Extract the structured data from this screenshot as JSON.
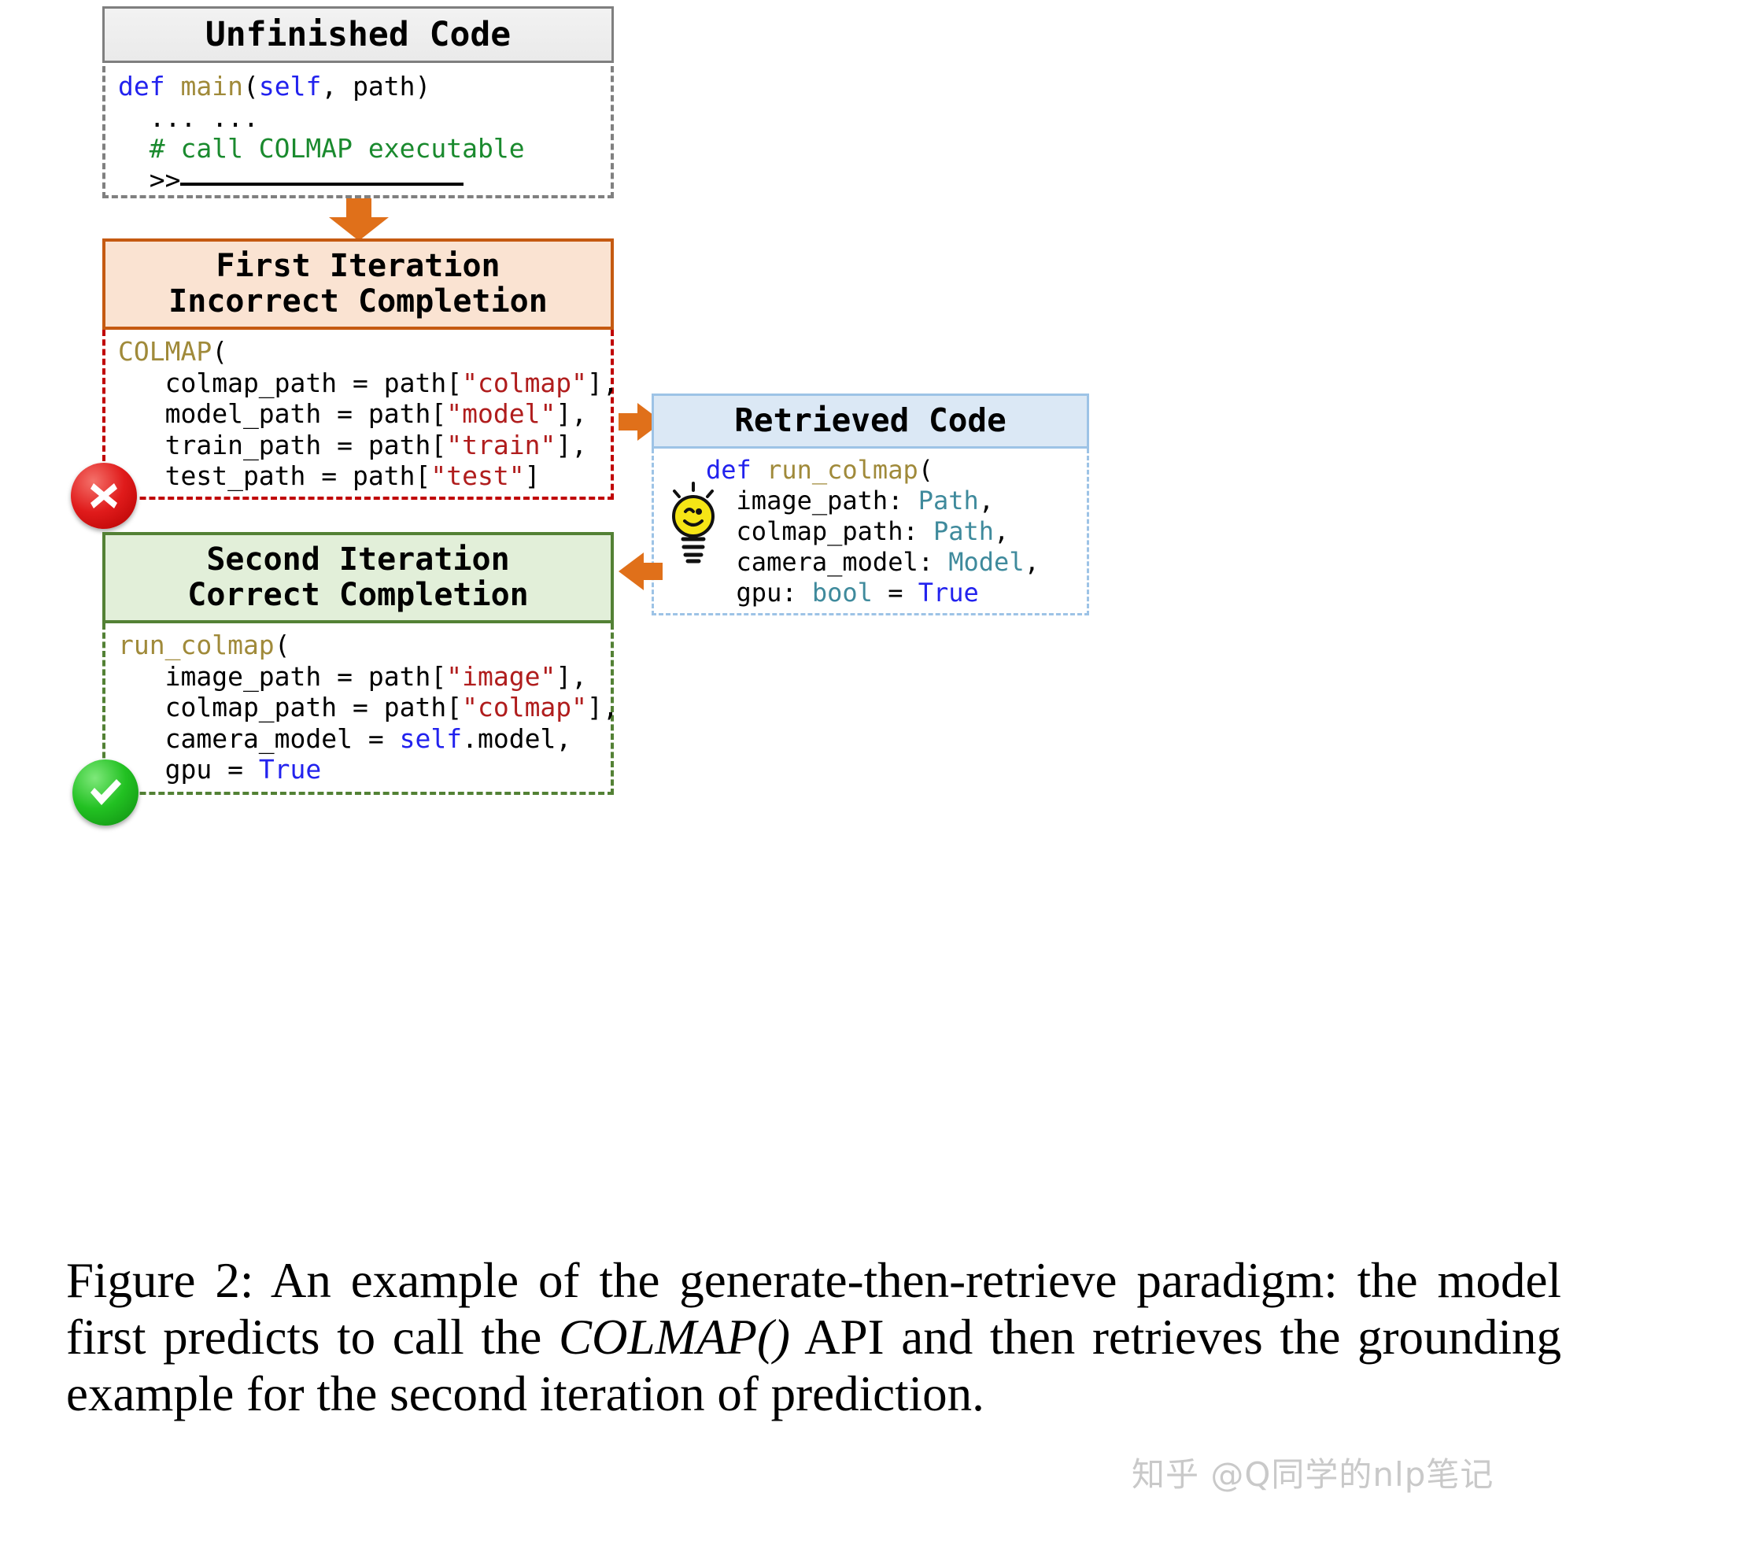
{
  "figure": {
    "caption_prefix": "Figure 2:",
    "caption_part1": "An example of the generate-then-retrieve paradigm: the model first predicts to call the",
    "caption_api": "COLMAP()",
    "caption_part2": "API and then retrieves the grounding example for the second iteration of prediction.",
    "watermark": "知乎 @Q同学的nlp笔记"
  },
  "panels": {
    "unfinished": {
      "title": "Unfinished Code",
      "lines": [
        [
          {
            "t": "def ",
            "c": "kw"
          },
          {
            "t": "main",
            "c": "fn"
          },
          {
            "t": "(",
            "c": "plain"
          },
          {
            "t": "self",
            "c": "kw"
          },
          {
            "t": ", path)",
            "c": "plain"
          }
        ],
        [
          {
            "t": "  ... ...",
            "c": "plain"
          }
        ],
        [
          {
            "t": "  # call COLMAP executable",
            "c": "comment"
          }
        ],
        [
          {
            "t": "  >>",
            "c": "plain"
          },
          {
            "t": "",
            "c": "blank"
          }
        ]
      ]
    },
    "first_iteration": {
      "title_line1": "First Iteration",
      "title_line2": "Incorrect Completion",
      "status": "incorrect",
      "status_icon": "x-circle-icon",
      "lines": [
        [
          {
            "t": "COLMAP",
            "c": "fn"
          },
          {
            "t": "(",
            "c": "plain"
          }
        ],
        [
          {
            "t": "   colmap_path = path[",
            "c": "plain"
          },
          {
            "t": "\"colmap\"",
            "c": "str"
          },
          {
            "t": "],",
            "c": "plain"
          }
        ],
        [
          {
            "t": "   model_path = path[",
            "c": "plain"
          },
          {
            "t": "\"model\"",
            "c": "str"
          },
          {
            "t": "],",
            "c": "plain"
          }
        ],
        [
          {
            "t": "   train_path = path[",
            "c": "plain"
          },
          {
            "t": "\"train\"",
            "c": "str"
          },
          {
            "t": "],",
            "c": "plain"
          }
        ],
        [
          {
            "t": "   test_path = path[",
            "c": "plain"
          },
          {
            "t": "\"test\"",
            "c": "str"
          },
          {
            "t": "]",
            "c": "plain"
          }
        ]
      ]
    },
    "second_iteration": {
      "title_line1": "Second Iteration",
      "title_line2": "Correct Completion",
      "status": "correct",
      "status_icon": "check-circle-icon",
      "lines": [
        [
          {
            "t": "run_colmap",
            "c": "fn"
          },
          {
            "t": "(",
            "c": "plain"
          }
        ],
        [
          {
            "t": "   image_path = path[",
            "c": "plain"
          },
          {
            "t": "\"image\"",
            "c": "str"
          },
          {
            "t": "],",
            "c": "plain"
          }
        ],
        [
          {
            "t": "   colmap_path = path[",
            "c": "plain"
          },
          {
            "t": "\"colmap\"",
            "c": "str"
          },
          {
            "t": "],",
            "c": "plain"
          }
        ],
        [
          {
            "t": "   camera_model = ",
            "c": "plain"
          },
          {
            "t": "self",
            "c": "kw"
          },
          {
            "t": ".model,",
            "c": "plain"
          }
        ],
        [
          {
            "t": "   gpu = ",
            "c": "plain"
          },
          {
            "t": "True",
            "c": "kw"
          }
        ]
      ]
    },
    "retrieved": {
      "title": "Retrieved Code",
      "hint_icon": "lightbulb-icon",
      "lines": [
        [
          {
            "t": "def ",
            "c": "kw"
          },
          {
            "t": "run_colmap",
            "c": "fn"
          },
          {
            "t": "(",
            "c": "plain"
          }
        ],
        [
          {
            "t": "  image_path: ",
            "c": "plain"
          },
          {
            "t": "Path",
            "c": "type"
          },
          {
            "t": ",",
            "c": "plain"
          }
        ],
        [
          {
            "t": "  colmap_path: ",
            "c": "plain"
          },
          {
            "t": "Path",
            "c": "type"
          },
          {
            "t": ",",
            "c": "plain"
          }
        ],
        [
          {
            "t": "  camera_model: ",
            "c": "plain"
          },
          {
            "t": "Model",
            "c": "type"
          },
          {
            "t": ",",
            "c": "plain"
          }
        ],
        [
          {
            "t": "  gpu: ",
            "c": "plain"
          },
          {
            "t": "bool",
            "c": "type"
          },
          {
            "t": " = ",
            "c": "plain"
          },
          {
            "t": "True",
            "c": "kw"
          }
        ]
      ]
    }
  },
  "arrows": [
    {
      "name": "arrow-unfinished-to-first",
      "direction": "down"
    },
    {
      "name": "arrow-first-to-retrieved",
      "direction": "right"
    },
    {
      "name": "arrow-retrieved-to-second",
      "direction": "left"
    }
  ],
  "colors": {
    "orange_accent": "#c55a11",
    "orange_arrow": "#e0701a",
    "green_accent": "#538135",
    "blue_accent": "#9dc3e6",
    "red_dashed": "#c00000",
    "gray_dashed": "#808080",
    "keyword": "#2222ee",
    "function": "#a08a3a",
    "string": "#b01d1d",
    "comment": "#1a8a2e",
    "type": "#3f8a9c"
  }
}
